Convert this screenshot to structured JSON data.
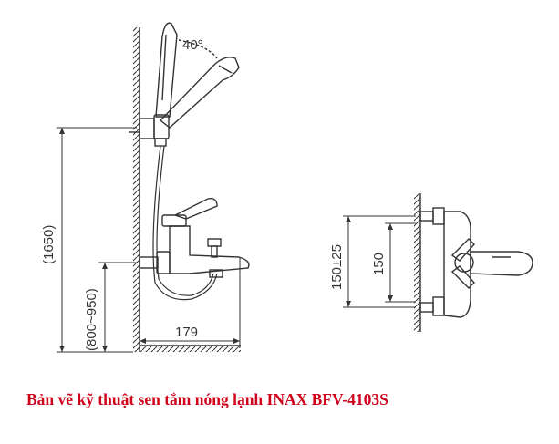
{
  "drawing": {
    "angle_label": "40°",
    "dim_total_height": "(1650)",
    "dim_outlet_height": "(800~950)",
    "dim_depth": "179",
    "dim_spacing_range": "150±25",
    "dim_spacing": "150"
  },
  "caption": "Bản vẽ kỹ thuật sen tắm nóng lạnh INAX BFV-4103S",
  "colors": {
    "line": "#333333",
    "caption": "#d0021b"
  }
}
